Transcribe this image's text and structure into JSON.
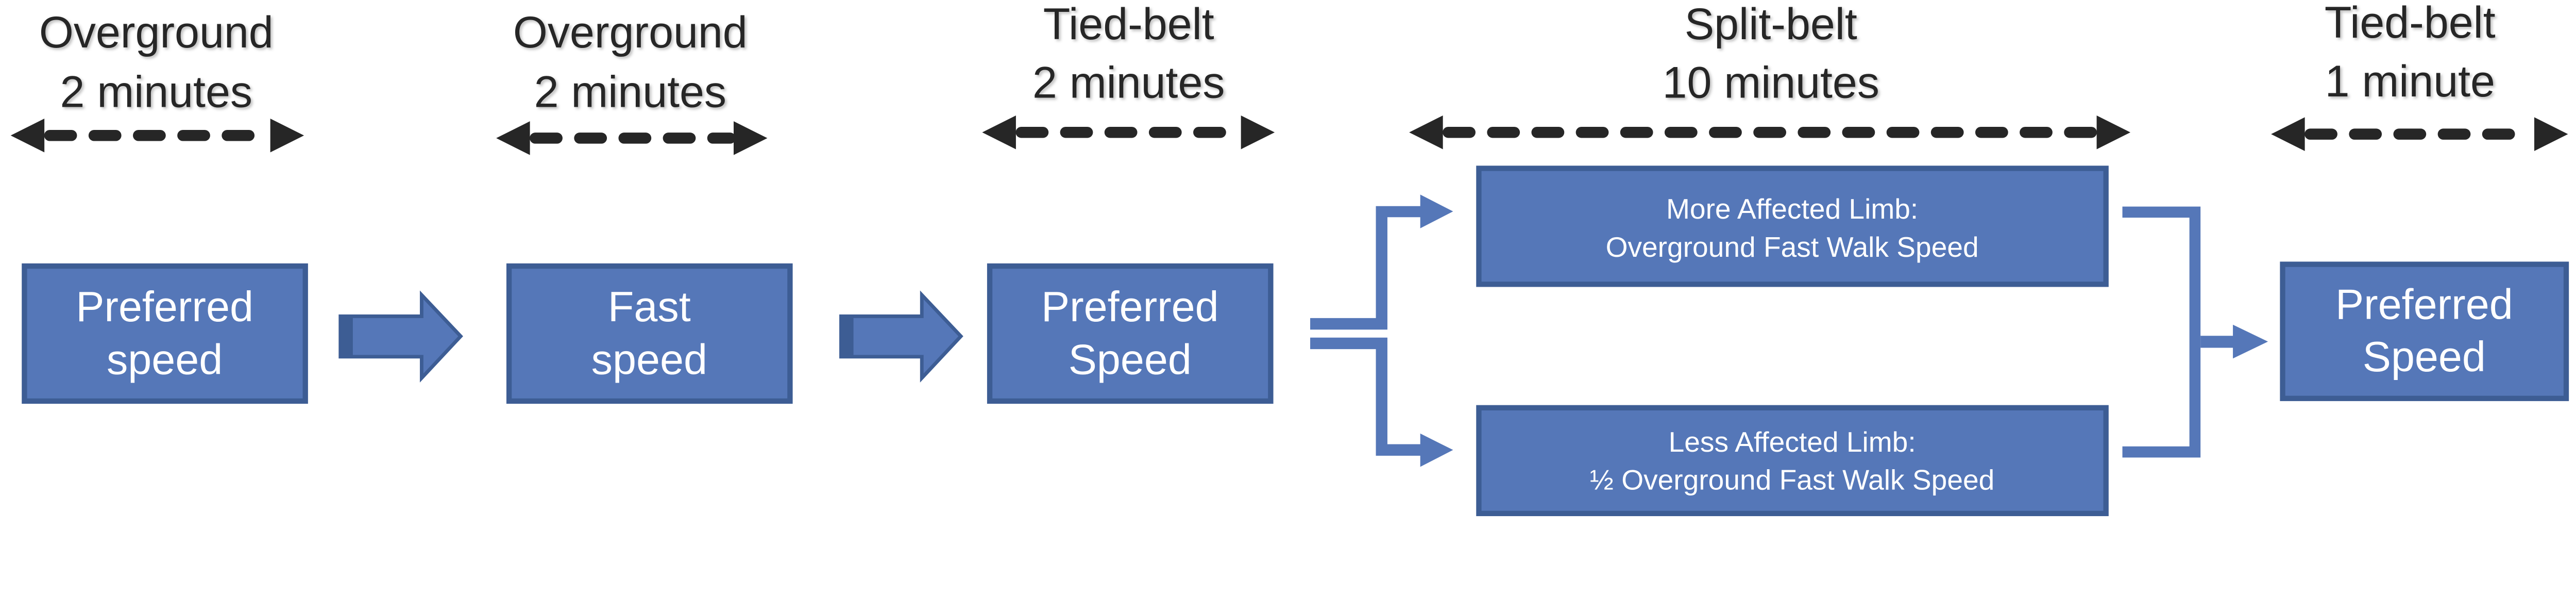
{
  "phases": [
    {
      "line1": "Overground",
      "line2": "2 minutes"
    },
    {
      "line1": "Overground",
      "line2": "2 minutes"
    },
    {
      "line1": "Tied-belt",
      "line2": "2 minutes"
    },
    {
      "line1": "Split-belt",
      "line2": "10 minutes"
    },
    {
      "line1": "Tied-belt",
      "line2": "1 minute"
    }
  ],
  "boxes": [
    {
      "line1": "Preferred",
      "line2": "speed"
    },
    {
      "line1": "Fast",
      "line2": "speed"
    },
    {
      "line1": "Preferred",
      "line2": "Speed"
    },
    {
      "line1": "Preferred",
      "line2": "Speed"
    }
  ],
  "split": {
    "more": {
      "line1": "More Affected Limb:",
      "line2": "Overground Fast Walk Speed"
    },
    "less": {
      "line1": "Less Affected Limb:",
      "line2": "½ Overground Fast Walk Speed"
    }
  },
  "colors": {
    "box_fill": "#5577B8",
    "box_border": "#3D5D94",
    "text_dark": "#262626"
  }
}
